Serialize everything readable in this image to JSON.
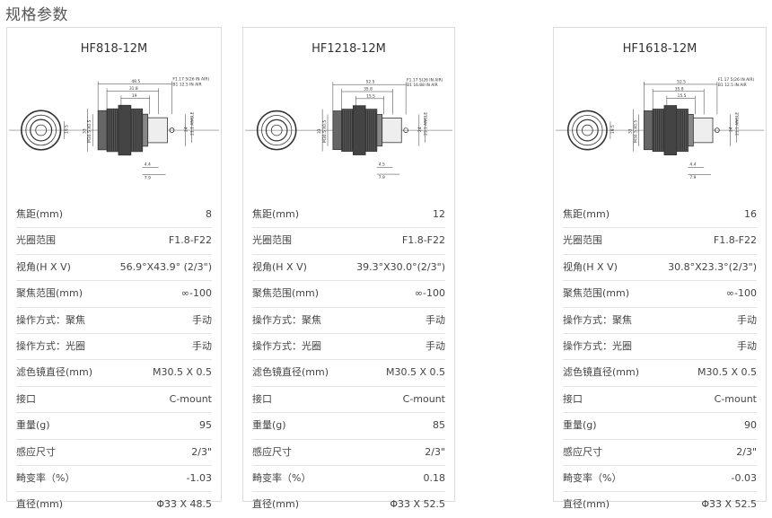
{
  "page": {
    "title": "规格参数"
  },
  "products": [
    {
      "name": "HF818-12M",
      "drawing": {
        "dims_top": [
          "48.5",
          "31.8",
          "19"
        ],
        "dims_left": [
          "33",
          "M30.5 X0.5"
        ],
        "dims_right": [
          "F1.17 5(26 IN AIR)",
          "B1 12.5 IN AIR",
          "24",
          "21.1 ANGLE"
        ],
        "dims_bottom": [
          "4.4",
          "7.9"
        ],
        "front_height": "19.5"
      },
      "specs": [
        {
          "label": "焦距(mm)",
          "value": "8"
        },
        {
          "label": "光圈范围",
          "value": "F1.8-F22"
        },
        {
          "label": "视角(H X V)",
          "value": "56.9°X43.9° (2/3\")"
        },
        {
          "label": "聚焦范围(mm)",
          "value": "∞-100"
        },
        {
          "label": "操作方式：聚焦",
          "value": "手动"
        },
        {
          "label": "操作方式：光圈",
          "value": "手动"
        },
        {
          "label": "滤色镜直径(mm)",
          "value": "M30.5 X 0.5"
        },
        {
          "label": "接口",
          "value": "C-mount"
        },
        {
          "label": "重量(g)",
          "value": "95"
        },
        {
          "label": "感应尺寸",
          "value": "2/3\""
        },
        {
          "label": "畸变率（%）",
          "value": "-1.03"
        },
        {
          "label": "直径(mm)",
          "value": "Φ33 X 48.5"
        }
      ]
    },
    {
      "name": "HF1218-12M",
      "drawing": {
        "dims_top": [
          "52.5",
          "35.8",
          "15.5"
        ],
        "dims_left": [
          "33",
          "M30.5 X0.5"
        ],
        "dims_right": [
          "F1.17 5(26 IN AIR)",
          "B1 16.88 IN AIR",
          "24",
          "21.1 ANGLE"
        ],
        "dims_bottom": [
          "4.5",
          "7.9"
        ],
        "front_height": ""
      },
      "specs": [
        {
          "label": "焦距(mm)",
          "value": "12"
        },
        {
          "label": "光圈范围",
          "value": "F1.8-F22"
        },
        {
          "label": "视角(H X V)",
          "value": "39.3°X30.0°(2/3\")"
        },
        {
          "label": "聚焦范围(mm)",
          "value": "∞-100"
        },
        {
          "label": "操作方式：聚焦",
          "value": "手动"
        },
        {
          "label": "操作方式：光圈",
          "value": "手动"
        },
        {
          "label": "滤色镜直径(mm)",
          "value": "M30.5 X 0.5"
        },
        {
          "label": "接口",
          "value": "C-mount"
        },
        {
          "label": "重量(g)",
          "value": "85"
        },
        {
          "label": "感应尺寸",
          "value": "2/3\""
        },
        {
          "label": "畸变率（%）",
          "value": "0.18"
        },
        {
          "label": "直径(mm)",
          "value": "Φ33 X 52.5"
        }
      ]
    },
    {
      "name": "HF1618-12M",
      "drawing": {
        "dims_top": [
          "52.5",
          "35.8",
          "15.5"
        ],
        "dims_left": [
          "33",
          "M30.5 X0.5"
        ],
        "dims_right": [
          "F1.17 5(26 IN AIR)",
          "B1 12.5 IN AIR",
          "24",
          "21.1 ANGLE"
        ],
        "dims_bottom": [
          "4.4",
          "7.9"
        ],
        "front_height": "19.5"
      },
      "specs": [
        {
          "label": "焦距(mm)",
          "value": "16"
        },
        {
          "label": "光圈范围",
          "value": "F1.8-F22"
        },
        {
          "label": "视角(H X V)",
          "value": "30.8°X23.3°(2/3\")"
        },
        {
          "label": "聚焦范围(mm)",
          "value": "∞-100"
        },
        {
          "label": "操作方式：聚焦",
          "value": "手动"
        },
        {
          "label": "操作方式：光圈",
          "value": "手动"
        },
        {
          "label": "滤色镜直径(mm)",
          "value": "M30.5 X 0.5"
        },
        {
          "label": "接口",
          "value": "C-mount"
        },
        {
          "label": "重量(g)",
          "value": "90"
        },
        {
          "label": "感应尺寸",
          "value": "2/3\""
        },
        {
          "label": "畸变率（%）",
          "value": "-0.03"
        },
        {
          "label": "直径(mm)",
          "value": "Φ33 X 52.5"
        }
      ]
    }
  ]
}
